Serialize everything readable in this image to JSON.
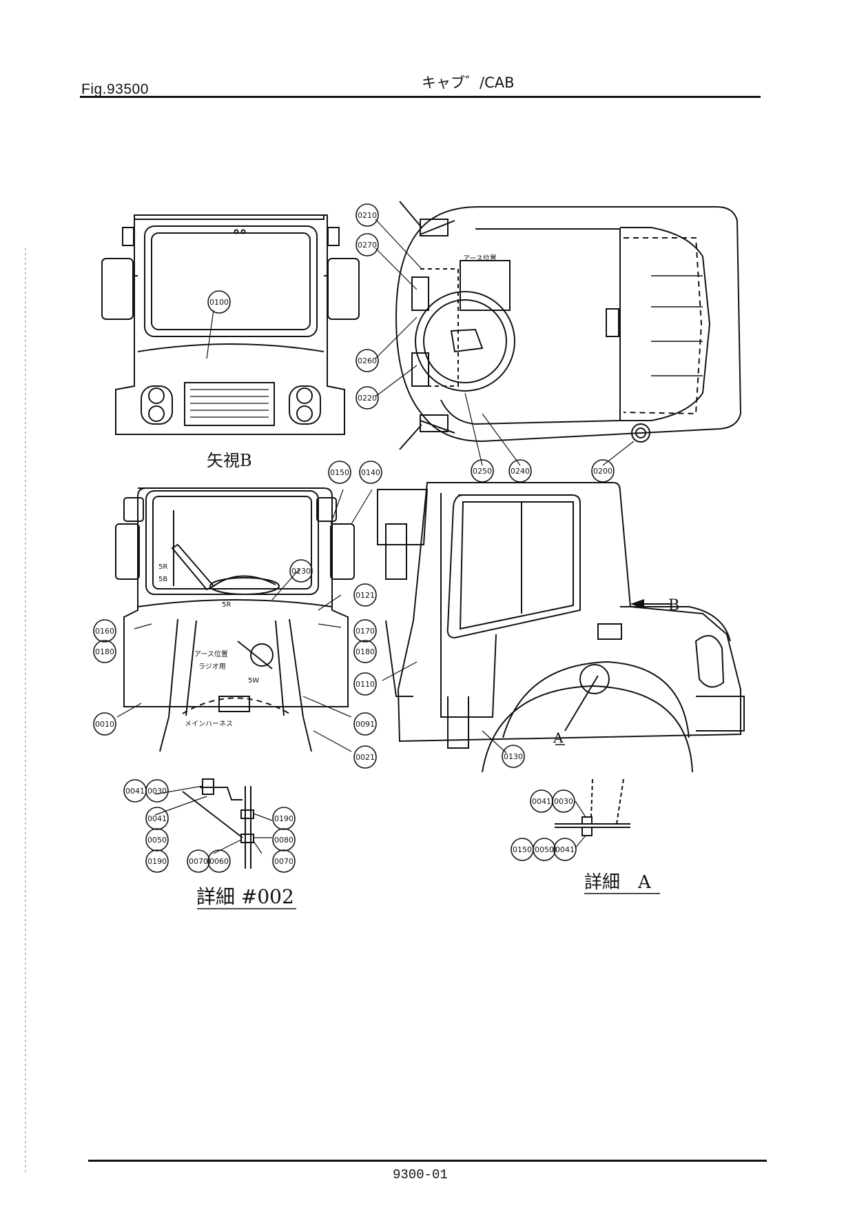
{
  "header": {
    "figure_number": "Fig.93500",
    "title": "キャブ゛/CAB"
  },
  "footer": {
    "page_number": "9300-01"
  },
  "views": {
    "view_b_caption": "矢視B",
    "detail_a_caption": "詳細　A",
    "detail_002_caption": "詳細 #002",
    "arrow_b_label": "B",
    "section_a_label": "A"
  },
  "annotations": {
    "earth_position": "アース位置",
    "earth_position_2": "アース位置",
    "radio": "ラジオ用",
    "main_harness": "メインハーネス",
    "wire_5r_a": "5R",
    "wire_5b": "5B",
    "wire_5r_b": "5R",
    "wire_5w": "5W"
  },
  "callouts": [
    "0100",
    "0210",
    "0270",
    "0260",
    "0220",
    "0250",
    "0240",
    "0200",
    "0150",
    "0140",
    "0230",
    "0121",
    "0160",
    "0180",
    "0170",
    "0180",
    "0110",
    "0010",
    "0091",
    "0021",
    "0130",
    "0041",
    "0030",
    "0041",
    "0050",
    "0190",
    "0070",
    "0060",
    "0190",
    "0080",
    "0070",
    "0041",
    "0030",
    "0150",
    "0050",
    "0041"
  ],
  "colors": {
    "ink": "#111111",
    "paper": "#ffffff"
  }
}
